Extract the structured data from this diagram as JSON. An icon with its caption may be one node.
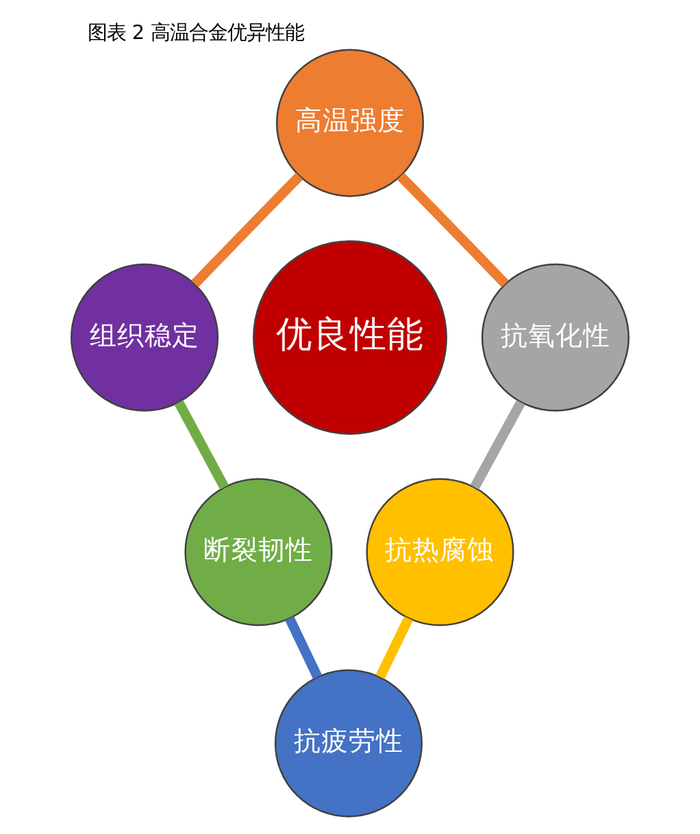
{
  "diagram": {
    "title": "图表 2 高温合金优异性能",
    "nodes": [
      {
        "text": [
          "高温强度"
        ]
      },
      {
        "text": [
          "组织稳定"
        ]
      },
      {
        "text": [
          "抗氧化性"
        ]
      },
      {
        "text": [
          "优良性能"
        ]
      },
      {
        "text": [
          "断裂韧性"
        ]
      },
      {
        "text": [
          "抗热腐蚀"
        ]
      },
      {
        "text": [
          "抗疲劳性"
        ]
      }
    ],
    "edges": [
      {
        "from": 0,
        "to": 2,
        "arrow": "none",
        "color": "#ed7d31"
      },
      {
        "from": 2,
        "to": 5,
        "arrow": "none",
        "color": "#a5a5a5"
      },
      {
        "from": 5,
        "to": 6,
        "arrow": "none",
        "color": "#ffc000"
      },
      {
        "from": 4,
        "to": 6,
        "arrow": "none",
        "color": "#4472c4"
      },
      {
        "from": 1,
        "to": 4,
        "arrow": "none",
        "color": "#70ad47"
      },
      {
        "from": 0,
        "to": 1,
        "arrow": "none",
        "color": "#ed7d31"
      }
    ]
  }
}
